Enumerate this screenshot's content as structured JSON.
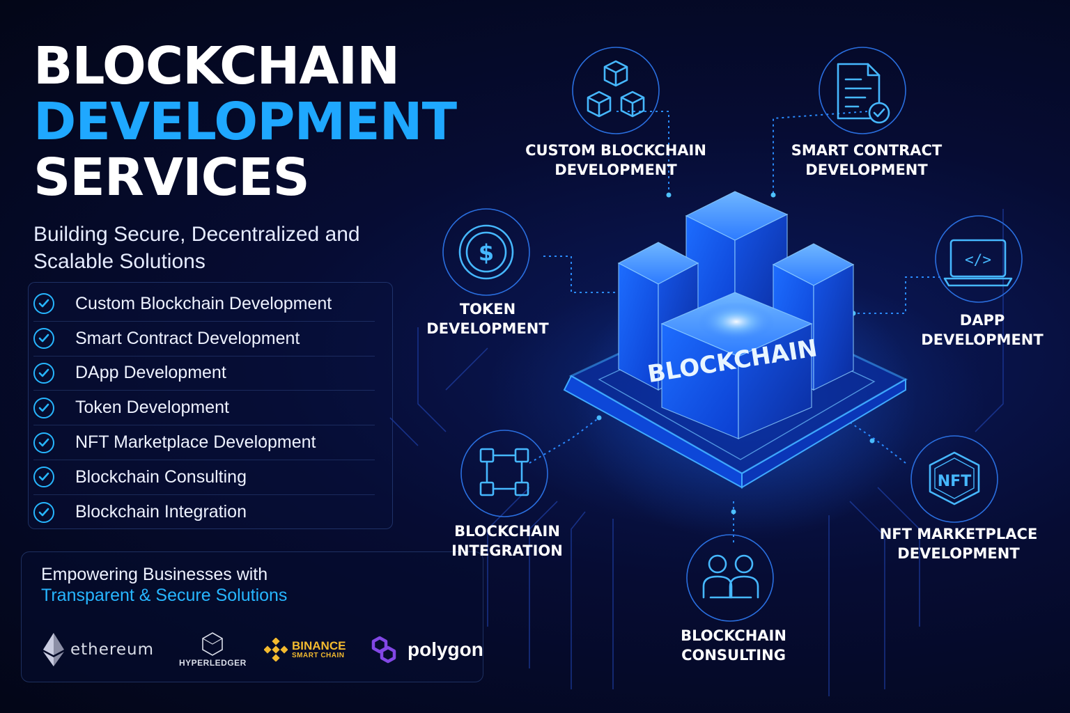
{
  "title": {
    "line1": "BLOCKCHAIN",
    "line2": "DEVELOPMENT",
    "line3": "SERVICES"
  },
  "subtitle": "Building Secure, Decentralized and Scalable Solutions",
  "features": [
    "Custom Blockchain Development",
    "Smart Contract Development",
    "DApp Development",
    "Token Development",
    "NFT Marketplace Development",
    "Blockchain Consulting",
    "Blockchain Integration"
  ],
  "empower": {
    "line1": "Empowering Businesses with",
    "line2": "Transparent & Secure Solutions"
  },
  "logos": {
    "ethereum": "ethereum",
    "hyperledger": "HYPERLEDGER",
    "binance_name": "BINANCE",
    "binance_sub": "SMART CHAIN",
    "polygon": "polygon"
  },
  "center_label": "BLOCKCHAIN",
  "services": {
    "custom": {
      "line1": "CUSTOM BLOCKCHAIN",
      "line2": "DEVELOPMENT",
      "icon": "cubes-icon"
    },
    "smart_contract": {
      "line1": "SMART CONTRACT",
      "line2": "DEVELOPMENT",
      "icon": "document-check-icon"
    },
    "token": {
      "line1": "TOKEN",
      "line2": "DEVELOPMENT",
      "icon": "dollar-coin-icon"
    },
    "dapp": {
      "line1": "DAPP",
      "line2": "DEVELOPMENT",
      "icon": "laptop-code-icon"
    },
    "integration": {
      "line1": "BLOCKCHAIN",
      "line2": "INTEGRATION",
      "icon": "nodes-icon"
    },
    "consulting": {
      "line1": "BLOCKCHAIN",
      "line2": "CONSULTING",
      "icon": "people-icon"
    },
    "nft": {
      "line1": "NFT MARKETPLACE",
      "line2": "DEVELOPMENT",
      "icon": "nft-hexagon-icon",
      "badge": "NFT"
    }
  },
  "colors": {
    "accent": "#1fa8ff",
    "background": "#060c33",
    "binance": "#f3ba2f"
  }
}
